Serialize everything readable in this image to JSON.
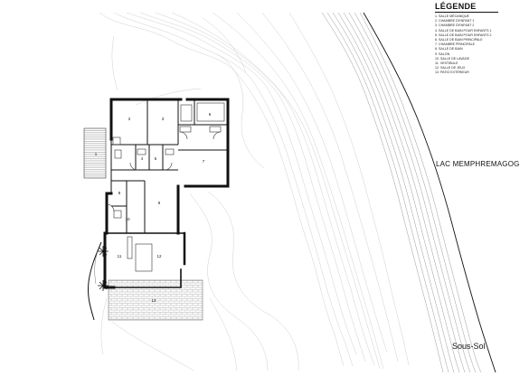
{
  "legend": {
    "title": "LÉGENDE",
    "items": [
      "1. SALLE MÉCANIQUE",
      "2. CHAMBRE D'ENFANT 1",
      "3. CHAMBRE D'ENFANT 2",
      "4. SALLE DE BAIN POUR ENFANTS 1",
      "5. SALLE DE BAIN POUR ENFANTS 2",
      "6. SALLE DE BAIN PRINCIPALE",
      "7. CHAMBRE PRINCIPALE",
      "8. SALLE DE BAIN",
      "9. SALON",
      "10. SALLE DE LAVAGE",
      "11. VESTIBULE",
      "12. SALLE DE JEUX",
      "13. PATIO EXTÉRIEUR"
    ]
  },
  "lake_label": "LAC MEMPHREMAGOG",
  "level_label": "Sous-Sol",
  "room_numbers": {
    "r1": "1",
    "r2": "2",
    "r3": "3",
    "r4": "4",
    "r5": "5",
    "r6": "6",
    "r7": "7",
    "r8": "8",
    "r9": "9",
    "r10": "10",
    "r11": "11",
    "r12": "12",
    "r13": "13"
  }
}
